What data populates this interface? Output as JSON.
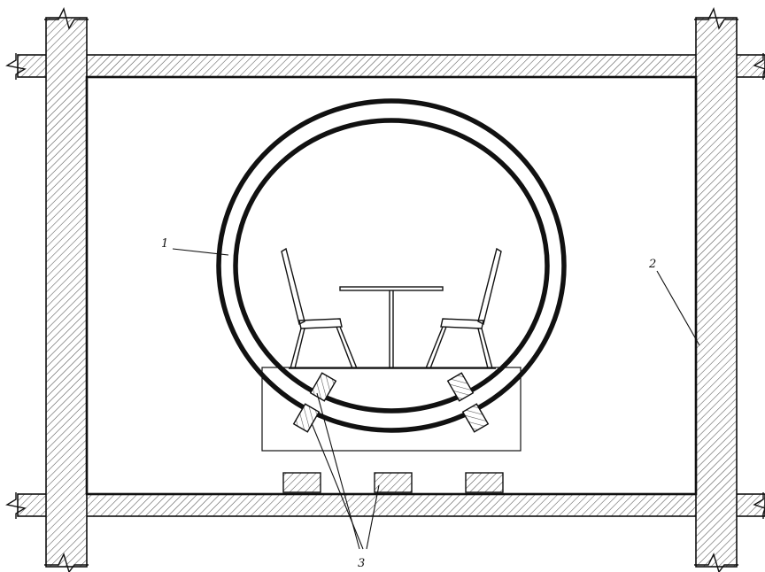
{
  "diagram": {
    "labels": {
      "ring": "1",
      "wall": "2",
      "supports": "3"
    }
  },
  "colors": {
    "line": "#111111",
    "hatch": "#555555",
    "background": "#ffffff"
  }
}
